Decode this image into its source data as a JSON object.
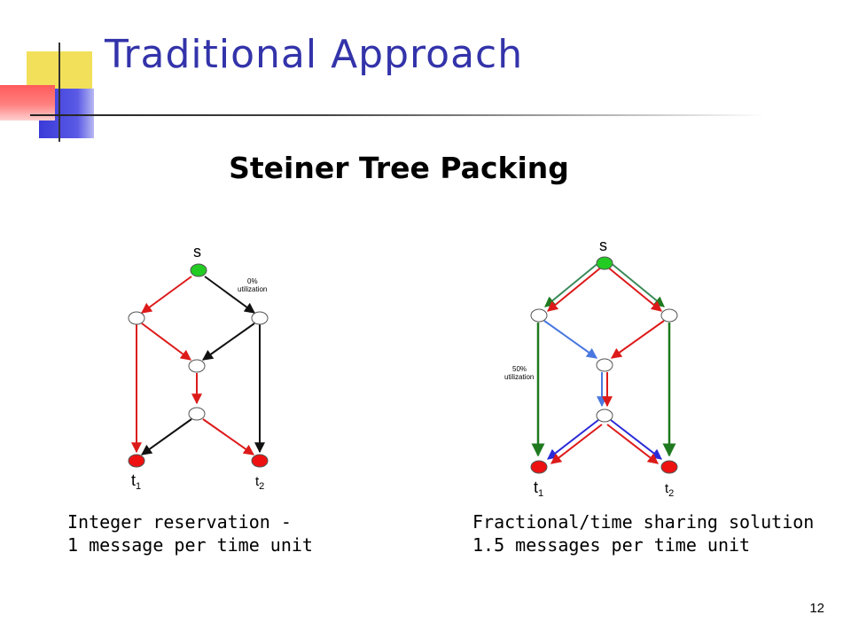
{
  "title": "Traditional Approach",
  "subtitle": "Steiner Tree Packing",
  "colors": {
    "title": "#3333aa",
    "red_edge": "#dd1a1a",
    "black_edge": "#111111",
    "green_edge": "#1f7a1f",
    "blue_edge": "#2a2ad8",
    "light_blue_edge": "#4a78e0",
    "green_node": "#22cc22",
    "red_node": "#ee1111"
  },
  "left_diagram": {
    "source_label": "s",
    "util_label_line1": "0%",
    "util_label_line2": "utilization",
    "t1_main": "t",
    "t1_sub": "1",
    "t2_main": "t",
    "t2_sub": "2"
  },
  "right_diagram": {
    "source_label": "s",
    "util_label_line1": "50%",
    "util_label_line2": "utilization",
    "t1_main": "t",
    "t1_sub": "1",
    "t2_main": "t",
    "t2_sub": "2"
  },
  "captions": {
    "left_line1": "Integer reservation -",
    "left_line2": "1 message per time unit",
    "right_line1": "Fractional/time sharing solution",
    "right_line2": "1.5 messages per time unit"
  },
  "page_number": "12"
}
